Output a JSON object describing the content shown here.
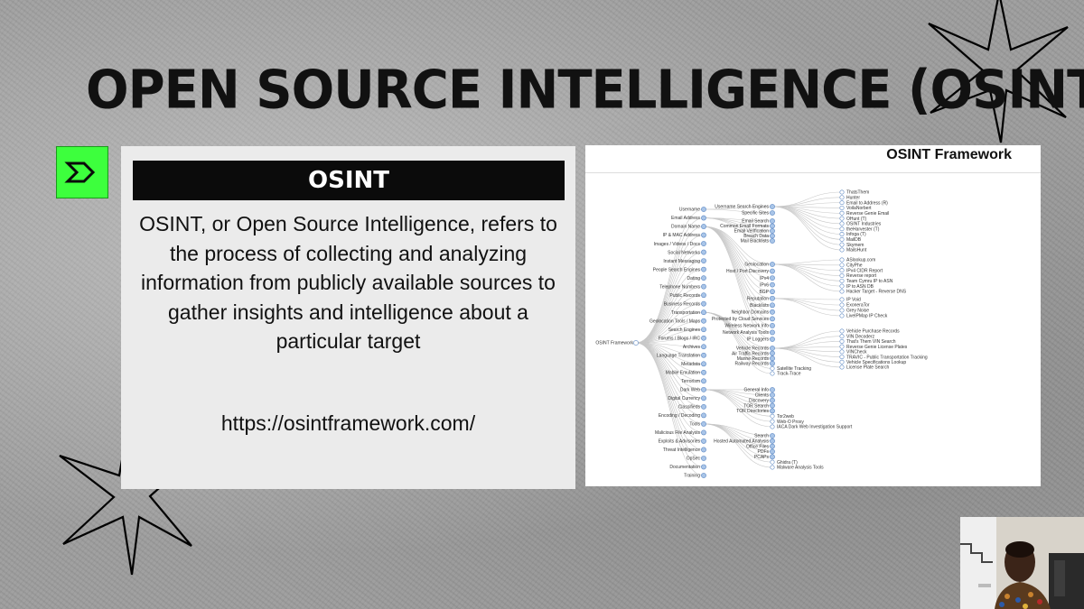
{
  "slide": {
    "title": "OPEN SOURCE INTELLIGENCE (OSINT)",
    "card": {
      "heading": "OSINT",
      "body": "OSINT, or Open Source Intelligence, refers to the process of collecting and analyzing information from publicly available sources to gather insights and intelligence about a particular target",
      "link": "https://osintframework.com/"
    },
    "accent_color": "#3dff3d"
  },
  "framework": {
    "title": "OSINT Framework",
    "root": "OSINT Framework",
    "categories": [
      "Username",
      "Email Address",
      "Domain Name",
      "IP & MAC Address",
      "Images / Videos / Docs",
      "Social Networks",
      "Instant Messaging",
      "People Search Engines",
      "Dating",
      "Telephone Numbers",
      "Public Records",
      "Business Records",
      "Transportation",
      "Geolocation Tools / Maps",
      "Search Engines",
      "Forums / Blogs / IRC",
      "Archives",
      "Language Translation",
      "Metadata",
      "Mobile Emulation",
      "Terrorism",
      "Dark Web",
      "Digital Currency",
      "Classifieds",
      "Encoding / Decoding",
      "Tools",
      "Malicious File Analysis",
      "Exploits & Advisories",
      "Threat Intelligence",
      "OpSec",
      "Documentation",
      "Training"
    ],
    "subgroups": [
      {
        "items": [
          "Username Search Engines",
          "Specific Sites"
        ]
      },
      {
        "items": [
          "Email Search",
          "Common Email Formats",
          "Email Verification",
          "Breach Data",
          "Mail Blacklists"
        ]
      },
      {
        "items": [
          "Geolocation",
          "Host / Port Discovery",
          "IPv4",
          "IPv6",
          "BGP",
          "Reputation",
          "Blacklists",
          "Neighbor Domains",
          "Protected by Cloud Services",
          "Wireless Network Info",
          "Network Analysis Tools",
          "IP Loggers"
        ]
      },
      {
        "items": [
          "Vehicle Records",
          "Air Traffic Records",
          "Marine Records",
          "Railway Records",
          "Satellite Tracking",
          "Track-Trace"
        ]
      },
      {
        "items": [
          "General Info",
          "Clients",
          "Discovery",
          "TOR Search",
          "TOR Directories",
          "Tor2web",
          "Web-O Proxy",
          "IACA Dark Web Investigation Support"
        ]
      },
      {
        "items": [
          "Search",
          "Hosted Automated Analysis",
          "Office Files",
          "PDFs",
          "PCAPs",
          "Ghidra (T)",
          "Malware Analysis Tools"
        ]
      }
    ],
    "leaves": [
      {
        "items": [
          "ThatsThem",
          "Hunter",
          "Email to Address (R)",
          "VoilaNorbert",
          "Reverse Genie Email",
          "OHunt (T)",
          "OSINT Industries",
          "theHarvester (T)",
          "Infoga (T)",
          "MailDB",
          "Skymem",
          "MailsHunt"
        ]
      },
      {
        "items": [
          "ASlookup.com",
          "CityPhe",
          "IPv4 CIDR Report",
          "Reverse report",
          "Team Cymru IP to ASN",
          "IP to ASN DB",
          "Hacker Target - Reverse DNS"
        ]
      },
      {
        "items": [
          "IP Void",
          "ExoneraTor",
          "Grey Noise",
          "LiveIPMap IP Check"
        ]
      },
      {
        "items": [
          "Vehicle Purchase Records",
          "VIN Decoderz",
          "That's Them VIN Search",
          "Reverse Genie License Plates",
          "VINCheck",
          "TRAVIC - Public Transportation Tracking",
          "Vehicle Specifications Lookup",
          "License Plate Search"
        ]
      }
    ]
  }
}
